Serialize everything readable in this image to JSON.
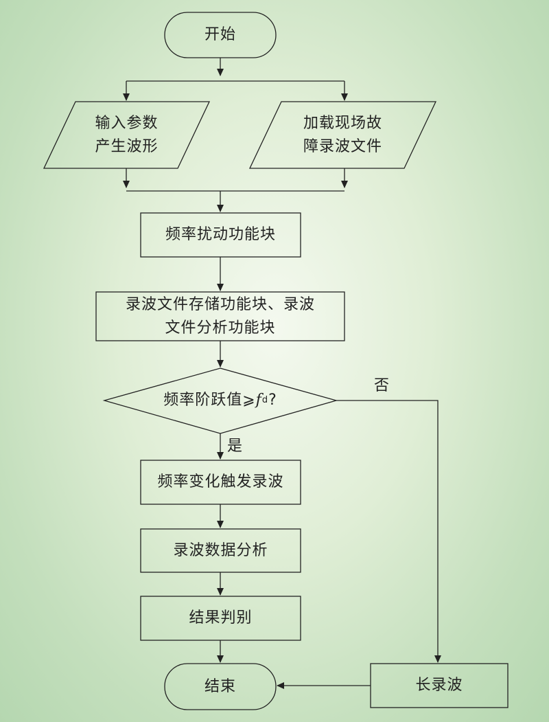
{
  "flowchart": {
    "start": "开始",
    "input_params": [
      "输入参数",
      "产生波形"
    ],
    "load_records": [
      "加载现场故",
      "障录波文件"
    ],
    "freq_disturb": "频率扰动功能块",
    "store_analyze": [
      "录波文件存储功能块、录波",
      "文件分析功能块"
    ],
    "decision": {
      "prefix": "频率阶跃值",
      "operator": "⩾",
      "var": "f",
      "var_sub": "d",
      "suffix": "?"
    },
    "yes_label": "是",
    "no_label": "否",
    "trigger_record": "频率变化触发录波",
    "data_analysis": "录波数据分析",
    "judgement": "结果判别",
    "long_record": "长录波",
    "end": "结束"
  },
  "colors": {
    "line": "#222222",
    "node_fill": "transparent"
  }
}
